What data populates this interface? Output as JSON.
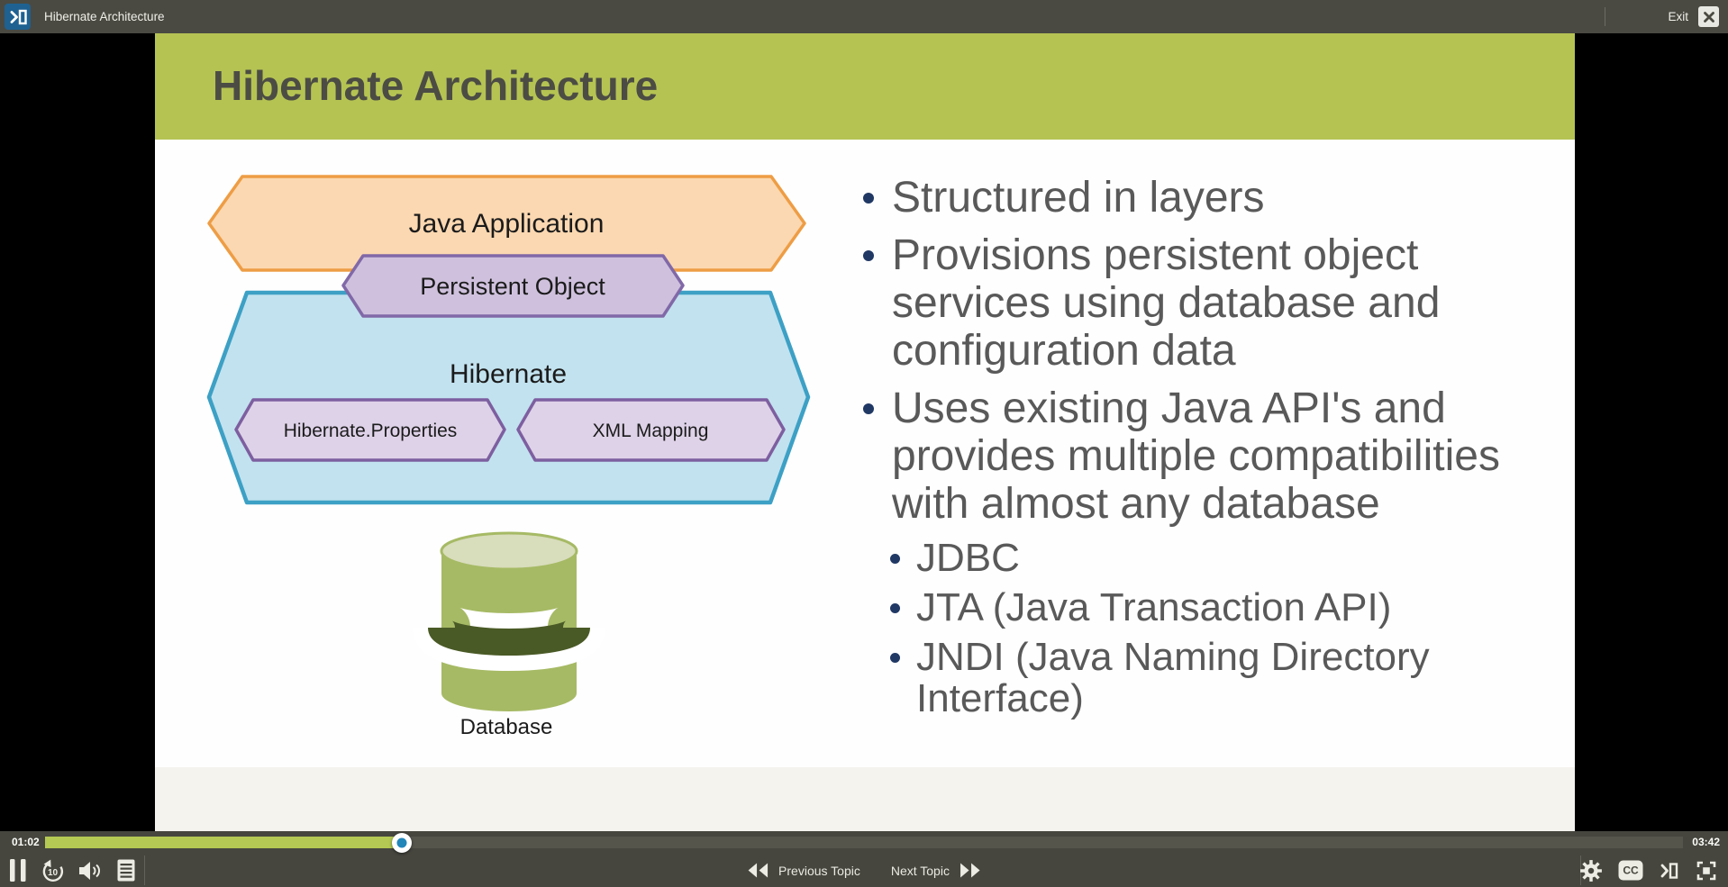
{
  "titlebar": {
    "title": "Hibernate Architecture",
    "exit_label": "Exit"
  },
  "slide": {
    "title": "Hibernate Architecture",
    "diagram": {
      "java_application": "Java Application",
      "persistent_object": "Persistent Object",
      "hibernate": "Hibernate",
      "hibernate_properties": "Hibernate.Properties",
      "xml_mapping": "XML Mapping",
      "database_label": "Database"
    },
    "bullets": [
      {
        "level": 1,
        "text": "Structured in layers"
      },
      {
        "level": 1,
        "text": "Provisions persistent object\nservices using database and\nconfiguration data"
      },
      {
        "level": 1,
        "text": "Uses existing Java API's and\nprovides multiple compatibilities\nwith almost any database"
      },
      {
        "level": 2,
        "text": "JDBC"
      },
      {
        "level": 2,
        "text": "JTA (Java Transaction API)"
      },
      {
        "level": 2,
        "text": "JNDI (Java Naming Directory\nInterface)"
      }
    ]
  },
  "player": {
    "elapsed": "01:02",
    "duration": "03:42",
    "progress_percent": "21.8",
    "progress_style": "width:21.8%",
    "previous_label": "Previous Topic",
    "next_label": "Next Topic",
    "replay_seconds": "10",
    "cc_label": "CC"
  },
  "icons": {
    "titlebar_left": "sidebar-toggle-icon",
    "titlebar_close": "close-icon",
    "left_controls": [
      "pause-icon",
      "replay-10-icon",
      "volume-icon",
      "transcript-icon"
    ],
    "nav": [
      "previous-icon",
      "next-icon"
    ],
    "right_controls": [
      "settings-gear-icon",
      "closed-captions-icon",
      "sidebar-toggle-icon",
      "fullscreen-icon"
    ]
  },
  "colors": {
    "titlebar_bg": "#4a4a43",
    "player_bg": "#46463f",
    "canvas_bg": "#000000",
    "slide_bg": "#ffffff",
    "slide_footer_bg": "#f4f3ee",
    "header_green": "#b5c353",
    "header_text": "#4c4c44",
    "progress_fill": "#b4c953",
    "progress_track": "#55554c",
    "handle_blue": "#2286b9",
    "bullet_text": "#595959",
    "bullet_dot": "#203864",
    "hex_orange_fill": "#fbd8b1",
    "hex_orange_border": "#ee9d45",
    "hex_purple_fill": "#cfc1dd",
    "hex_purple_border": "#8169a8",
    "hex_blue_fill": "#c2e2ef",
    "hex_blue_border": "#3da0c5",
    "hex_inner_fill": "#ded2e8",
    "hex_inner_border": "#7d5fa0",
    "db_body": "#a6ba65",
    "db_top": "#d8ddbc",
    "db_band": "#4a5a26",
    "titlebar_button_blue": "#1f6191"
  }
}
